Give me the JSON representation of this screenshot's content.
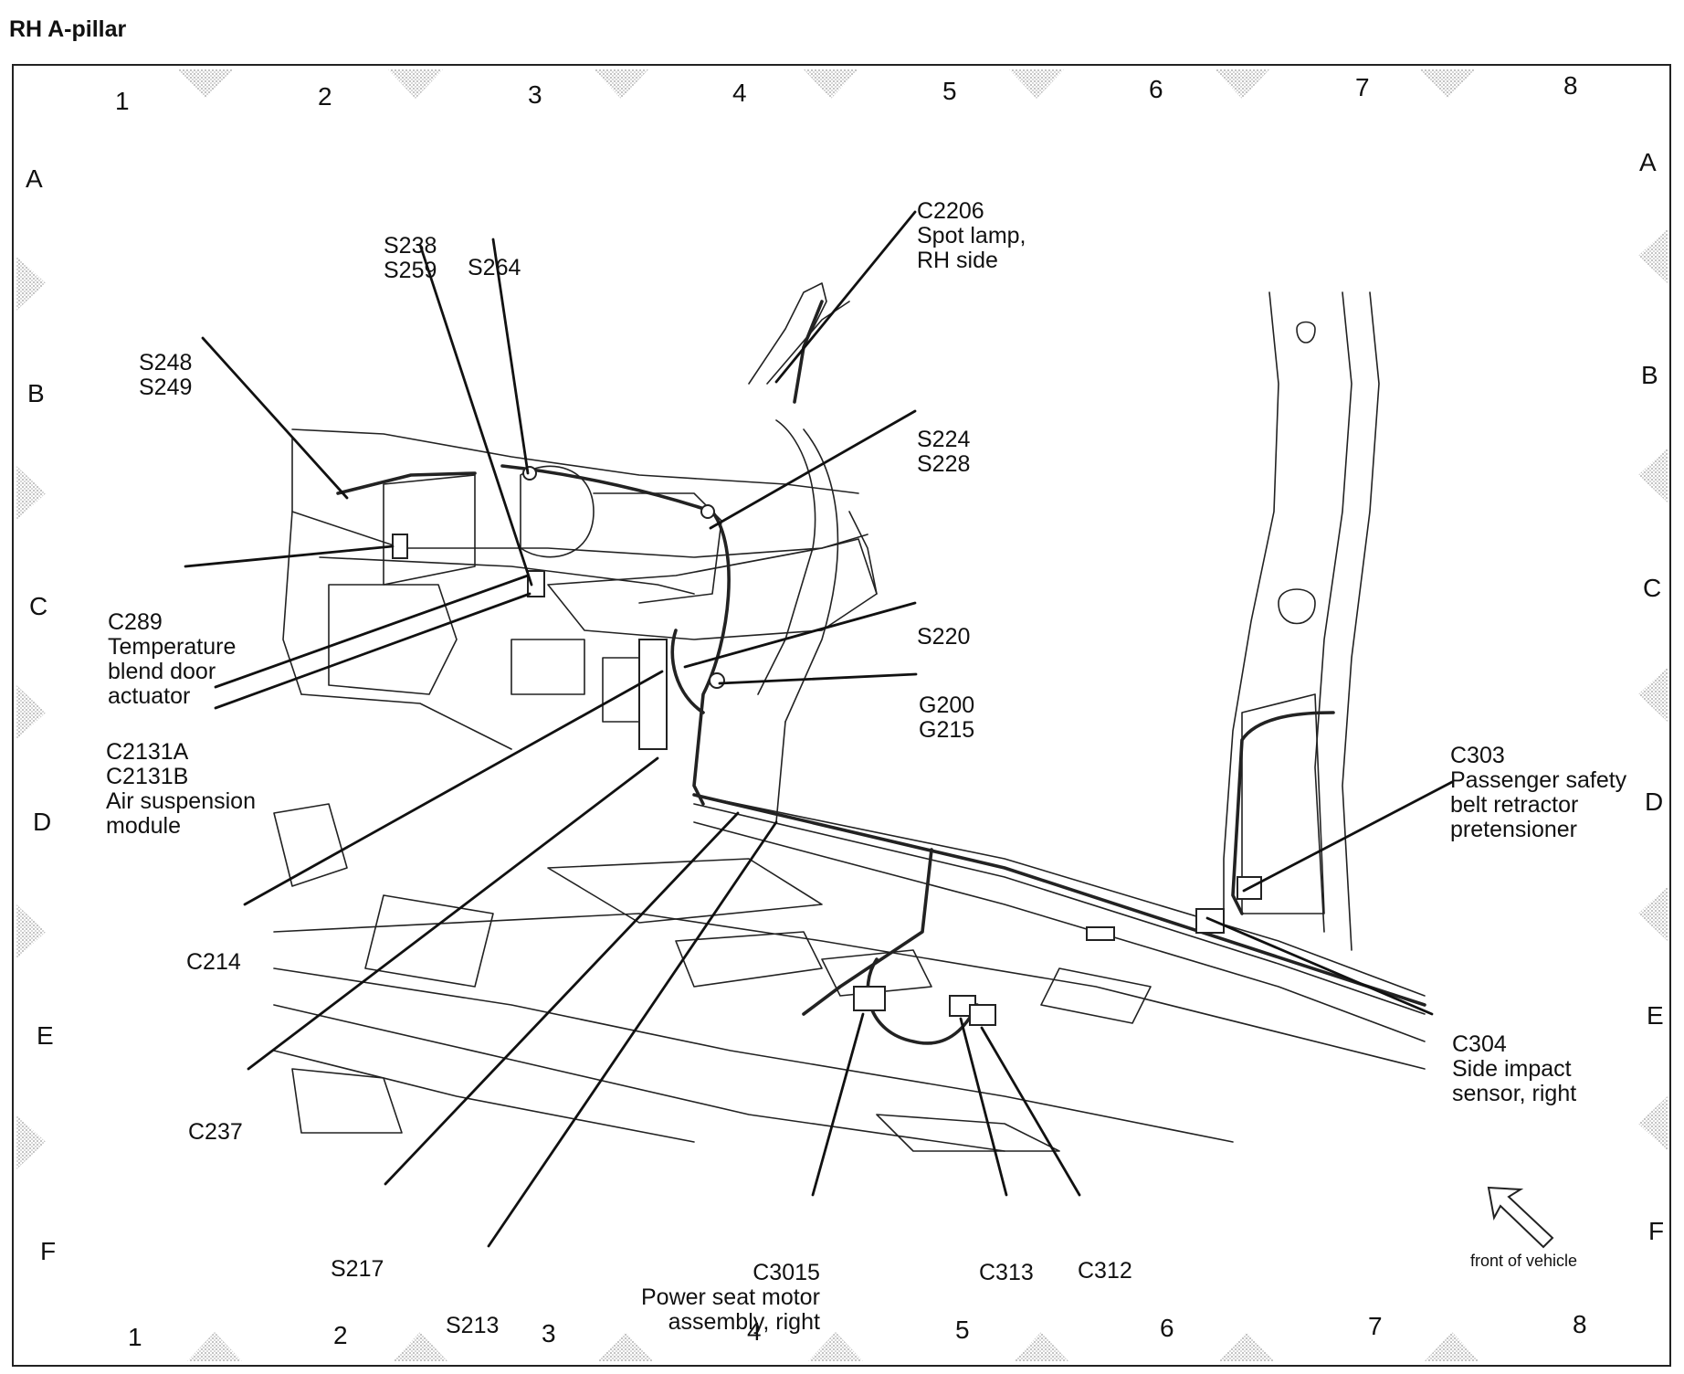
{
  "title": "RH A-pillar",
  "grid": {
    "columns": [
      "1",
      "2",
      "3",
      "4",
      "5",
      "6",
      "7",
      "8"
    ],
    "rows": [
      "A",
      "B",
      "C",
      "D",
      "E",
      "F"
    ]
  },
  "callouts": {
    "c2206": [
      "C2206",
      "Spot lamp,",
      "RH side"
    ],
    "s238_s259": [
      "S238",
      "S259"
    ],
    "s264": [
      "S264"
    ],
    "s248_s249": [
      "S248",
      "S249"
    ],
    "s224_s228": [
      "S224",
      "S228"
    ],
    "c289": [
      "C289",
      "Temperature",
      "blend door",
      "actuator"
    ],
    "s220": [
      "S220"
    ],
    "g200_g215": [
      "G200",
      "G215"
    ],
    "c2131": [
      "C2131A",
      "C2131B",
      "Air suspension",
      "module"
    ],
    "c303": [
      "C303",
      "Passenger safety",
      "belt retractor",
      "pretensioner"
    ],
    "c214": [
      "C214"
    ],
    "c304": [
      "C304",
      "Side impact",
      "sensor, right"
    ],
    "c237": [
      "C237"
    ],
    "s217": [
      "S217"
    ],
    "s213": [
      "S213"
    ],
    "c3015": [
      "C3015",
      "Power seat motor",
      "assembly, right"
    ],
    "c313": [
      "C313"
    ],
    "c312": [
      "C312"
    ]
  },
  "orientation": {
    "label": "front of vehicle",
    "icon": "front-arrow-icon"
  },
  "colors": {
    "line": "#111111",
    "frame_marker": "#b8b8b8"
  }
}
